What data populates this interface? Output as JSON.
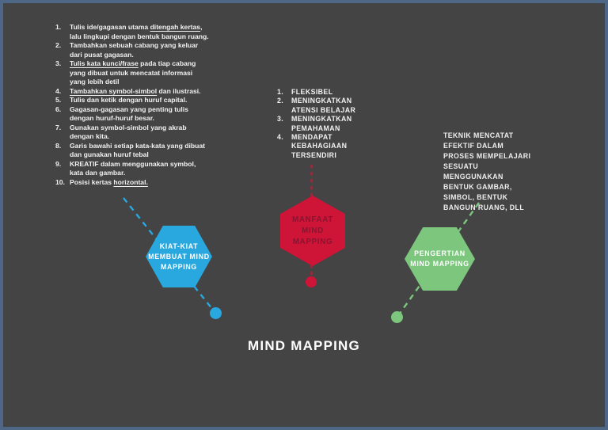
{
  "canvas": {
    "background_color": "#444444",
    "border_color": "#4e6787"
  },
  "title": "MIND MAPPING",
  "colors": {
    "blue": "#29a8e0",
    "red": "#ce1437",
    "red_text": "#8a1430",
    "green": "#7cc67e",
    "text": "#f1f1f1"
  },
  "tips": {
    "items": [
      {
        "num": "1.",
        "lines": [
          [
            {
              "t": "Tulis ide/gagasan utama "
            },
            {
              "t": "ditengah kertas",
              "u": true
            },
            {
              "t": ","
            }
          ],
          [
            {
              "t": "lalu lingkupi dengan bentuk bangun ruang."
            }
          ]
        ]
      },
      {
        "num": "2.",
        "lines": [
          [
            {
              "t": "Tambahkan sebuah cabang yang keluar"
            }
          ],
          [
            {
              "t": "dari pusat gagasan."
            }
          ]
        ]
      },
      {
        "num": "3.",
        "lines": [
          [
            {
              "t": "Tulis kata kunci/frase",
              "u": true
            },
            {
              "t": " pada tiap cabang"
            }
          ],
          [
            {
              "t": "yang dibuat untuk mencatat informasi"
            }
          ],
          [
            {
              "t": "yang lebih detil"
            }
          ]
        ]
      },
      {
        "num": "4.",
        "lines": [
          [
            {
              "t": "Tambahkan symbol-simbol",
              "u": true
            },
            {
              "t": " dan ilustrasi."
            }
          ]
        ]
      },
      {
        "num": "5.",
        "lines": [
          [
            {
              "t": "Tulis dan ketik dengan huruf capital."
            }
          ]
        ]
      },
      {
        "num": "6.",
        "lines": [
          [
            {
              "t": "Gagasan-gagasan yang penting tulis"
            }
          ],
          [
            {
              "t": "dengan huruf-huruf besar."
            }
          ]
        ]
      },
      {
        "num": "7.",
        "lines": [
          [
            {
              "t": "Gunakan symbol-simbol yang akrab"
            }
          ],
          [
            {
              "t": "dengan kita."
            }
          ]
        ]
      },
      {
        "num": "8.",
        "lines": [
          [
            {
              "t": "Garis bawahi setiap kata-kata yang dibuat"
            }
          ],
          [
            {
              "t": "dan gunakan huruf tebal"
            }
          ]
        ]
      },
      {
        "num": "9.",
        "lines": [
          [
            {
              "t": "KREATIF dalam menggunakan symbol,"
            }
          ],
          [
            {
              "t": "kata dan gambar."
            }
          ]
        ]
      },
      {
        "num": "10.",
        "lines": [
          [
            {
              "t": "Posisi kertas "
            },
            {
              "t": "horizontal.",
              "u": true
            }
          ]
        ]
      }
    ]
  },
  "benefits": {
    "items": [
      {
        "num": "1.",
        "lines": [
          [
            {
              "t": "FLEKSIBEL"
            }
          ]
        ]
      },
      {
        "num": "2.",
        "lines": [
          [
            {
              "t": "MENINGKATKAN"
            }
          ],
          [
            {
              "t": "ATENSI BELAJAR"
            }
          ]
        ]
      },
      {
        "num": "3.",
        "lines": [
          [
            {
              "t": "MENINGKATKAN"
            }
          ],
          [
            {
              "t": "PEMAHAMAN"
            }
          ]
        ]
      },
      {
        "num": "4.",
        "lines": [
          [
            {
              "t": "MENDAPAT"
            }
          ],
          [
            {
              "t": "KEBAHAGIAAN"
            }
          ],
          [
            {
              "t": "TERSENDIRI"
            }
          ]
        ]
      }
    ]
  },
  "definition": {
    "lines": [
      "TEKNIK MENCATAT",
      "EFEKTIF DALAM",
      "PROSES MEMPELAJARI",
      "SESUATU",
      "MENGGUNAKAN",
      "BENTUK GAMBAR,",
      "SIMBOL, BENTUK",
      "BANGUN RUANG, DLL"
    ]
  },
  "hexagons": {
    "kiat": {
      "color": "#29a8e0",
      "lines": [
        "KIAT-KIAT",
        "MEMBUAT MIND",
        "MAPPING"
      ]
    },
    "manfaat": {
      "color": "#ce1437",
      "lines": [
        "MANFAAT",
        "MIND",
        "MAPPING"
      ]
    },
    "pengertian": {
      "color": "#7cc67e",
      "lines": [
        "PENGERTIAN",
        "MIND MAPPING"
      ]
    }
  }
}
